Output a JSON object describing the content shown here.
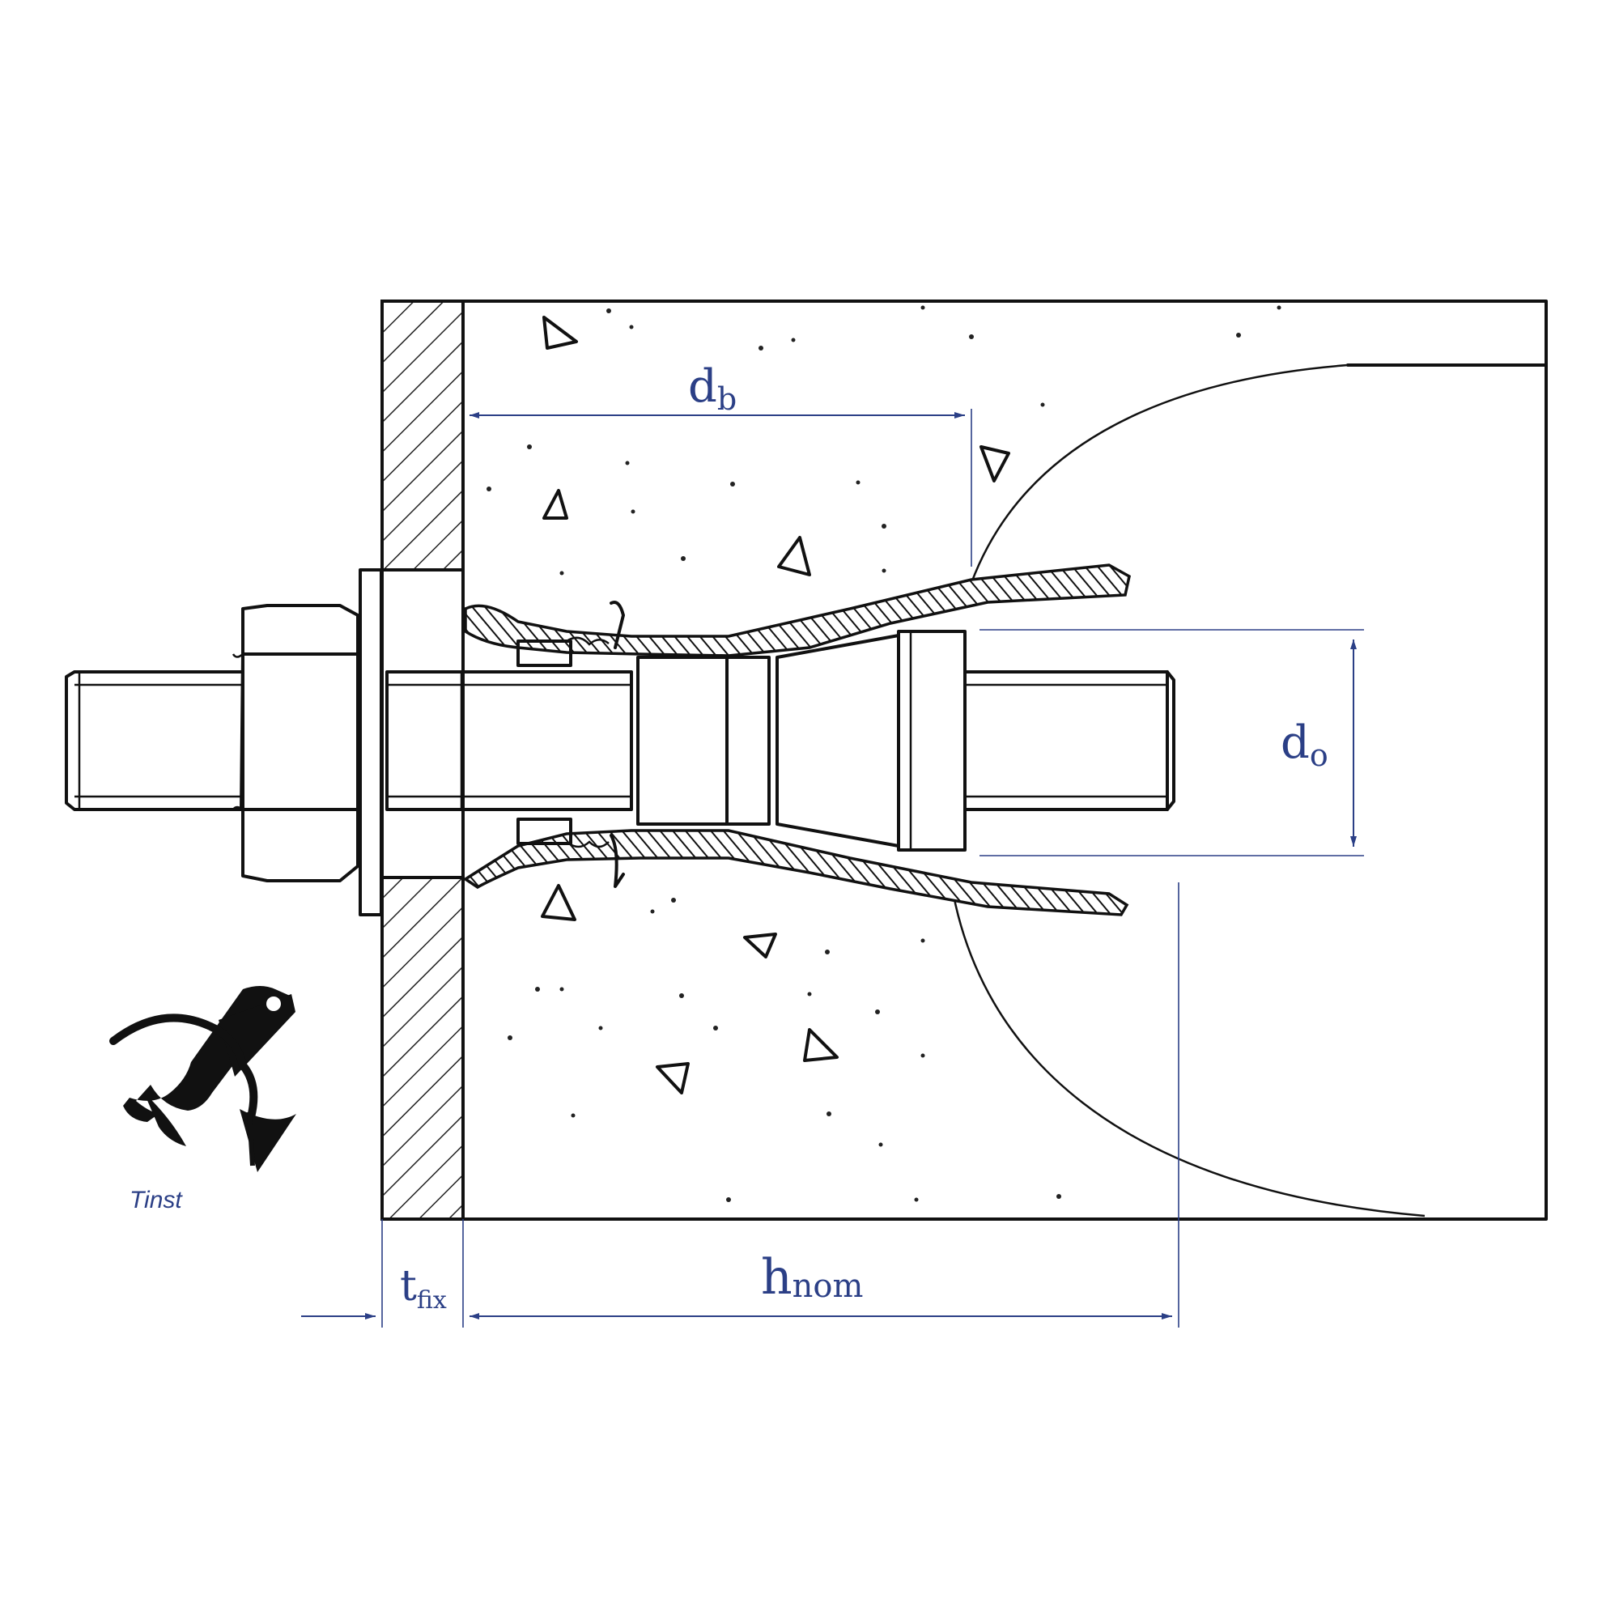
{
  "labels": {
    "d_b": "d",
    "d_b_sub": "b",
    "d_0": "d",
    "d_0_sub": "o",
    "t_fix": "t",
    "t_fix_sub": "fix",
    "h_nom": "h",
    "h_nom_sub": "nom",
    "torque": "Tinst"
  },
  "colors": {
    "ink": "#111111",
    "dimension": "#2b3f86",
    "background": "#ffffff"
  },
  "icons": {
    "torque_wrench": "wrench-icon",
    "rotation_arrow": "rotation-arrow-icon"
  }
}
